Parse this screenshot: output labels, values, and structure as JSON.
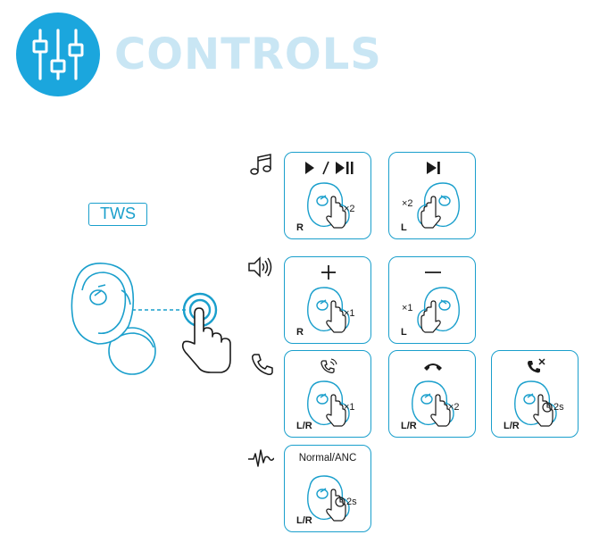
{
  "header": {
    "title": "CONTROLS",
    "icon": "sliders-icon",
    "accent_color": "#1ba6dd",
    "title_color": "#c9e6f4"
  },
  "mode_label": "TWS",
  "row_icons": [
    "music-note-icon",
    "speaker-volume-icon",
    "phone-icon",
    "waveform-icon"
  ],
  "tiles": [
    {
      "action_icon": "play-pause-icon",
      "action_text": "▶ / ▶II",
      "side": "R",
      "count": "×2"
    },
    {
      "action_icon": "next-track-icon",
      "action_text": "▶I",
      "side": "L",
      "count": "×2"
    },
    {
      "action_icon": "volume-up-icon",
      "action_text": "+",
      "side": "R",
      "count": "×1"
    },
    {
      "action_icon": "volume-down-icon",
      "action_text": "—",
      "side": "L",
      "count": "×1"
    },
    {
      "action_icon": "answer-call-icon",
      "side": "L/R",
      "count": "×1"
    },
    {
      "action_icon": "end-call-icon",
      "side": "L/R",
      "count": "×2"
    },
    {
      "action_icon": "reject-call-icon",
      "side": "L/R",
      "hold": "2s"
    },
    {
      "action_text": "Normal/ANC",
      "side": "L/R",
      "hold": "2s"
    }
  ]
}
